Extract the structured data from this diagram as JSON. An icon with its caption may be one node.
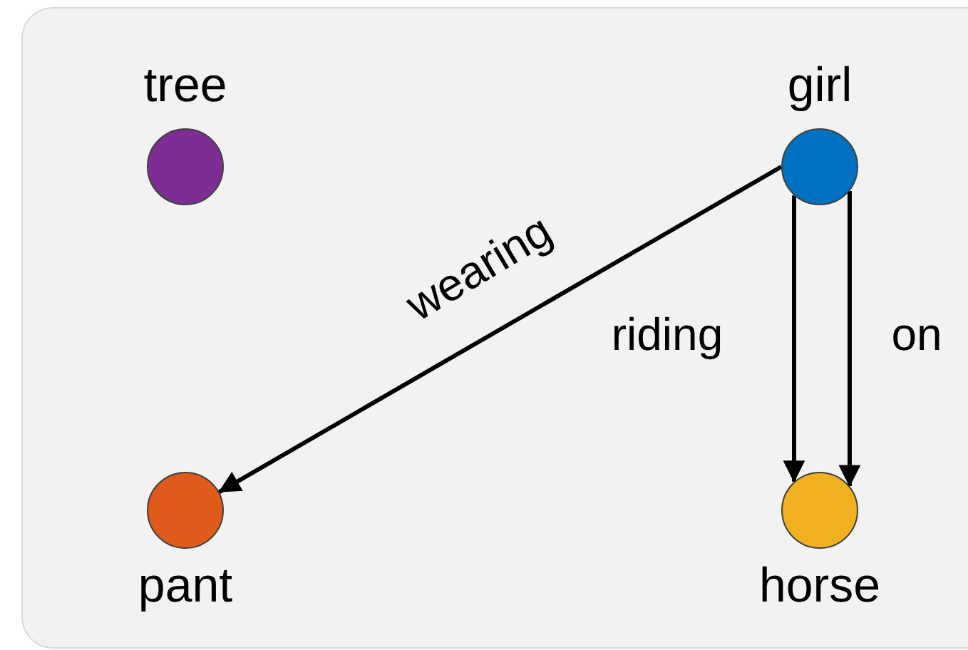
{
  "diagram": {
    "nodes": [
      {
        "text": [
          "tree"
        ]
      },
      {
        "text": [
          "girl"
        ]
      },
      {
        "text": [
          "pant"
        ]
      },
      {
        "text": [
          "horse"
        ]
      }
    ],
    "edges": [
      {
        "from": 1,
        "to": 2,
        "arrow": "to",
        "label": "wearing"
      },
      {
        "from": 1,
        "to": 3,
        "arrow": "to",
        "label": "riding"
      },
      {
        "from": 1,
        "to": 3,
        "arrow": "to",
        "label": "on"
      }
    ]
  }
}
